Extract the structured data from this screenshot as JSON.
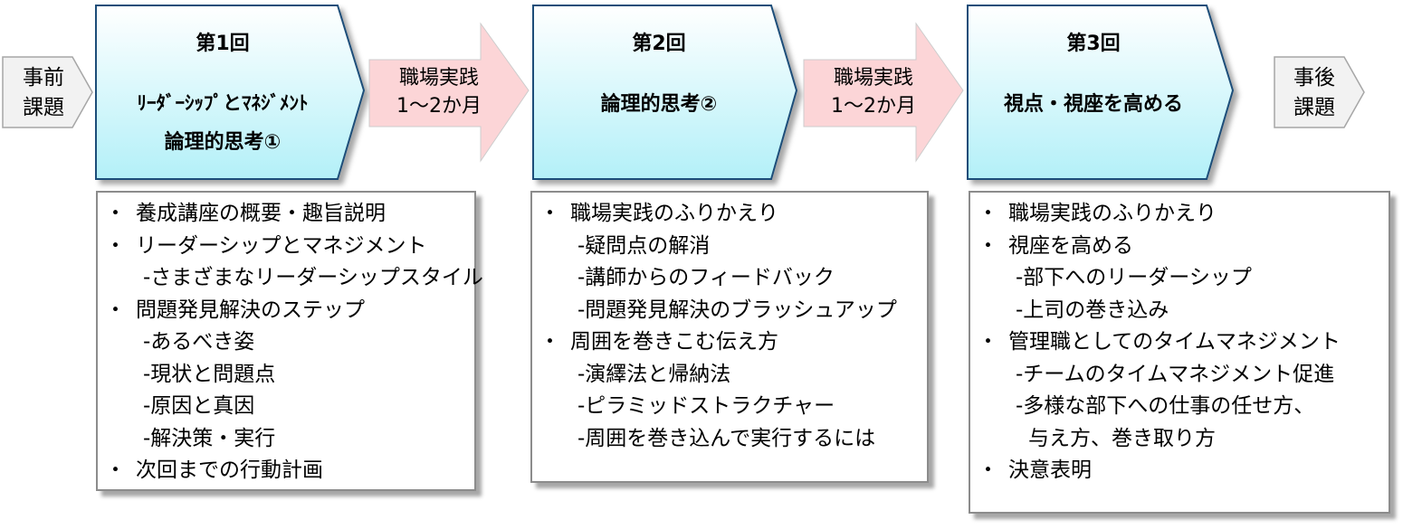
{
  "pre_task": {
    "line1": "事前",
    "line2": "課題"
  },
  "post_task": {
    "line1": "事後",
    "line2": "課題"
  },
  "sessions": [
    {
      "title": "第1回",
      "topic_line1": "ﾘｰﾀﾞｰｼｯﾌﾟとﾏﾈｼﾞﾒﾝﾄ",
      "topic_line2": "論理的思考①"
    },
    {
      "title": "第2回",
      "topic_line1": "論理的思考②"
    },
    {
      "title": "第3回",
      "topic_line1": "視点・視座を高める"
    }
  ],
  "practice_arrows": [
    {
      "line1": "職場実践",
      "line2": "1～2か月"
    },
    {
      "line1": "職場実践",
      "line2": "1～2か月"
    }
  ],
  "contents": [
    [
      {
        "bullet": "・",
        "text": "養成講座の概要・趣旨説明"
      },
      {
        "bullet": "・",
        "text": "リーダーシップとマネジメント"
      },
      {
        "bullet": "",
        "text": "-さまざまなリーダーシップスタイル"
      },
      {
        "bullet": "・",
        "text": "問題発見解決のステップ"
      },
      {
        "bullet": "",
        "text": "-あるべき姿"
      },
      {
        "bullet": "",
        "text": "-現状と問題点"
      },
      {
        "bullet": "",
        "text": "-原因と真因"
      },
      {
        "bullet": "",
        "text": "-解決策・実行"
      },
      {
        "bullet": "・",
        "text": "次回までの行動計画"
      }
    ],
    [
      {
        "bullet": "・",
        "text": "職場実践のふりかえり"
      },
      {
        "bullet": "",
        "text": "-疑問点の解消"
      },
      {
        "bullet": "",
        "text": "-講師からのフィードバック"
      },
      {
        "bullet": "",
        "text": "-問題発見解決のブラッシュアップ"
      },
      {
        "bullet": "・",
        "text": "周囲を巻きこむ伝え方"
      },
      {
        "bullet": "",
        "text": "-演繹法と帰納法"
      },
      {
        "bullet": "",
        "text": "-ピラミッドストラクチャー"
      },
      {
        "bullet": "",
        "text": "-周囲を巻き込んで実行するには"
      }
    ],
    [
      {
        "bullet": "・",
        "text": "職場実践のふりかえり"
      },
      {
        "bullet": "・",
        "text": "視座を高める"
      },
      {
        "bullet": "",
        "text": "-部下へのリーダーシップ"
      },
      {
        "bullet": "",
        "text": "-上司の巻き込み"
      },
      {
        "bullet": "・",
        "text": "管理職としてのタイムマネジメント"
      },
      {
        "bullet": "",
        "text": "-チームのタイムマネジメント促進"
      },
      {
        "bullet": "",
        "text": "-多様な部下への仕事の任せ方、"
      },
      {
        "bullet": "",
        "text": "与え方、巻き取り方"
      },
      {
        "bullet": "・",
        "text": "決意表明"
      }
    ]
  ],
  "colors": {
    "session_fill_top": "#ffffff",
    "session_fill_bottom": "#b3f0f8",
    "session_border": "#1f4e79",
    "practice_fill": "#fcd5d7",
    "practice_border": "#cccccc",
    "side_fill": "#f2f2f2",
    "side_border": "#a6a6a6"
  }
}
